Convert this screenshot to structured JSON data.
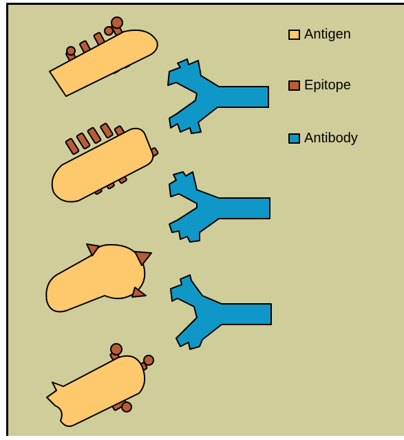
{
  "colors": {
    "background": "#cfcd9a",
    "antigen": "#fec86c",
    "epitope": "#b85d35",
    "antibody": "#0f97c8",
    "outline": "#000000"
  },
  "legend": [
    {
      "label": "Antigen",
      "color": "#fec86c"
    },
    {
      "label": "Epitope",
      "color": "#b85d35"
    },
    {
      "label": "Antibody",
      "color": "#0f97c8"
    }
  ]
}
